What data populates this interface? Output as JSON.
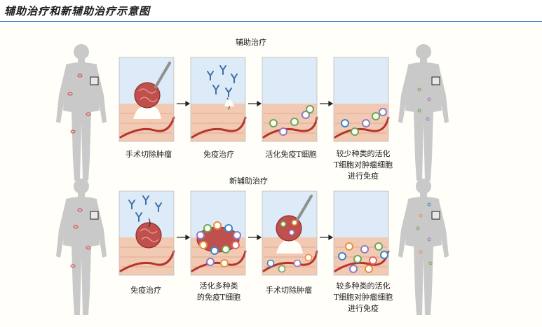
{
  "title": "辅助治疗和新辅助治疗示意图",
  "rows": [
    {
      "label": "辅助治疗",
      "steps": [
        {
          "caption": [
            "手术切除肿瘤"
          ]
        },
        {
          "caption": [
            "免疫治疗"
          ]
        },
        {
          "caption": [
            "活化免疫T细胞"
          ]
        },
        {
          "caption": [
            "较少种类的活化",
            "T细胞对肿瘤细胞",
            "进行免疫"
          ]
        }
      ]
    },
    {
      "label": "新辅助治疗",
      "steps": [
        {
          "caption": [
            "免疫治疗"
          ]
        },
        {
          "caption": [
            "活化多种类",
            "的免疫T细胞"
          ]
        },
        {
          "caption": [
            "手术切除肿瘤"
          ]
        },
        {
          "caption": [
            "较多种类的活化",
            "T细胞对肿瘤细胞",
            "进行免疫"
          ]
        }
      ]
    }
  ],
  "colors": {
    "title_rule": "#1f6fbf",
    "body_silhouette": "#c9c9c9",
    "tumor": "#c0504d",
    "tissue": "#f2c9b2",
    "vessel": "#b5352d",
    "water": "#dcebf7"
  }
}
